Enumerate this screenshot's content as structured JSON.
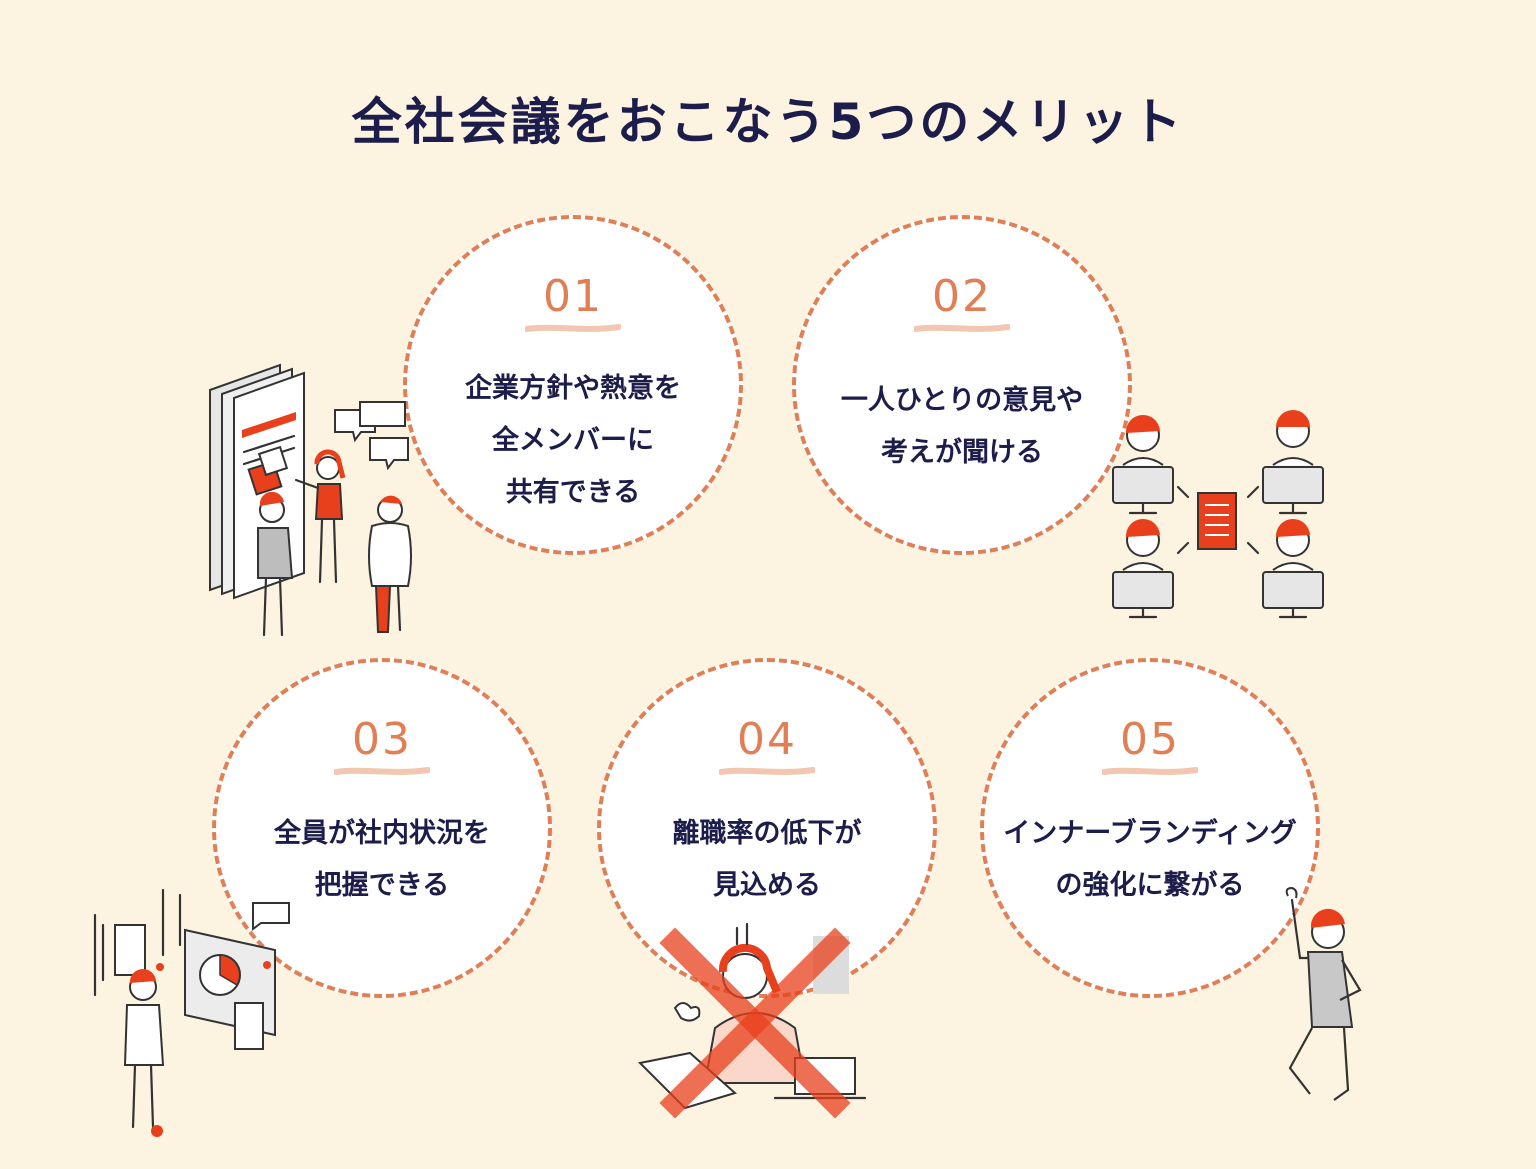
{
  "title": "全社会議をおこなう5つのメリット",
  "merits": [
    {
      "number": "01",
      "lines": [
        "企業方針や熱意を",
        "全メンバーに",
        "共有できる"
      ]
    },
    {
      "number": "02",
      "lines": [
        "一人ひとりの意見や",
        "考えが聞ける"
      ]
    },
    {
      "number": "03",
      "lines": [
        "全員が社内状況を",
        "把握できる"
      ]
    },
    {
      "number": "04",
      "lines": [
        "離職率の低下が",
        "見込める"
      ]
    },
    {
      "number": "05",
      "lines": [
        "インナーブランディング",
        "の強化に繋がる"
      ]
    }
  ],
  "colors": {
    "background": "#fdf3e1",
    "accent": "#e07f55",
    "text": "#1c1d4a",
    "illustration_red": "#e8401c",
    "illustration_gray": "#bdbdbd"
  },
  "icons": [
    "presentation-team-icon",
    "online-meeting-icon",
    "analyzing-chart-icon",
    "stressed-worker-icon",
    "cheering-businessman-icon"
  ]
}
